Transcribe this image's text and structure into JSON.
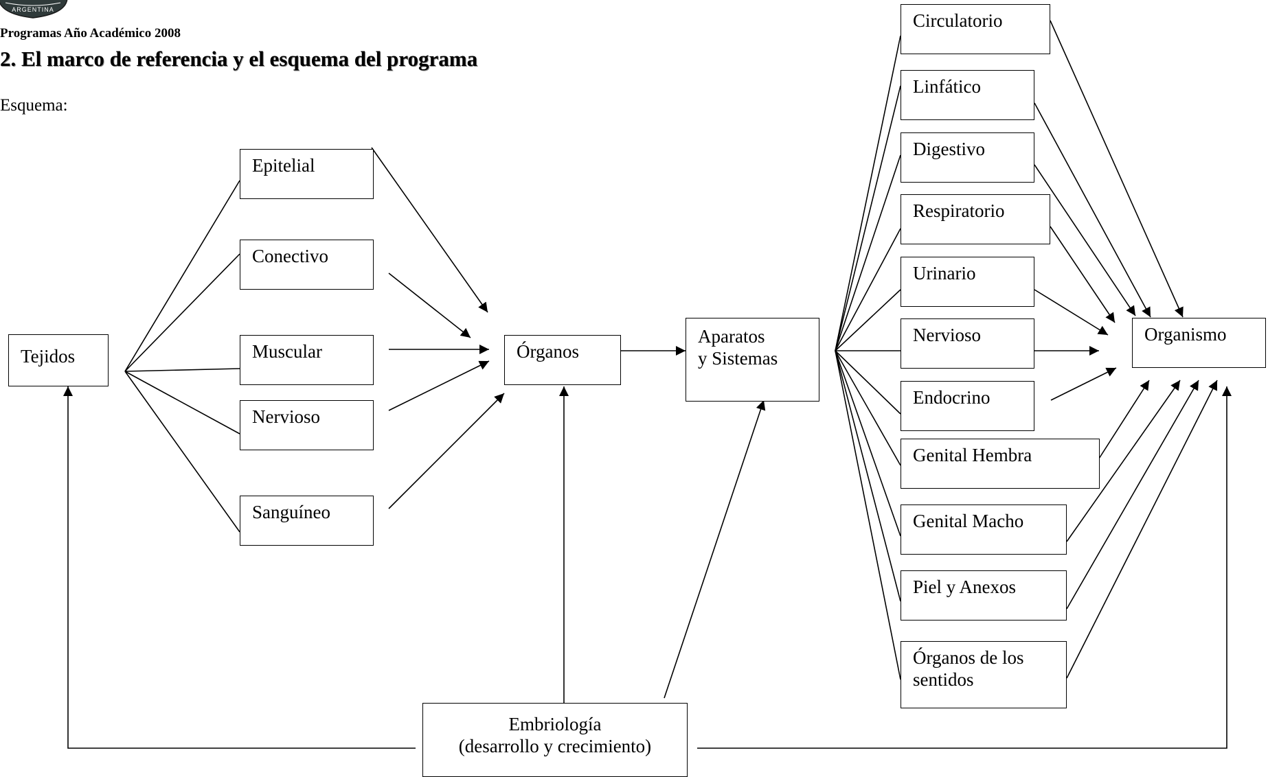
{
  "header": {
    "logo_text": "ARGENTINA",
    "program_title": "Programas Año Académico 2008",
    "chapter_title": "2. El marco de referencia y el esquema del programa",
    "schema_label": "Esquema:"
  },
  "diagram": {
    "tissues_root": "Tejidos",
    "tissues": [
      "Epitelial",
      "Conectivo",
      "Muscular",
      "Nervioso",
      "Sanguíneo"
    ],
    "organs": "Órganos",
    "apparatus": [
      "Aparatos",
      "y Sistemas"
    ],
    "systems": [
      "Circulatorio",
      "Linfático",
      "Digestivo",
      "Respiratorio",
      "Urinario",
      "Nervioso",
      "Endocrino",
      "Genital Hembra",
      "Genital Macho",
      "Piel y Anexos"
    ],
    "senses": [
      "Órganos de los",
      "sentidos"
    ],
    "organism": "Organismo",
    "embryology": [
      "Embriología",
      "(desarrollo y crecimiento)"
    ]
  }
}
